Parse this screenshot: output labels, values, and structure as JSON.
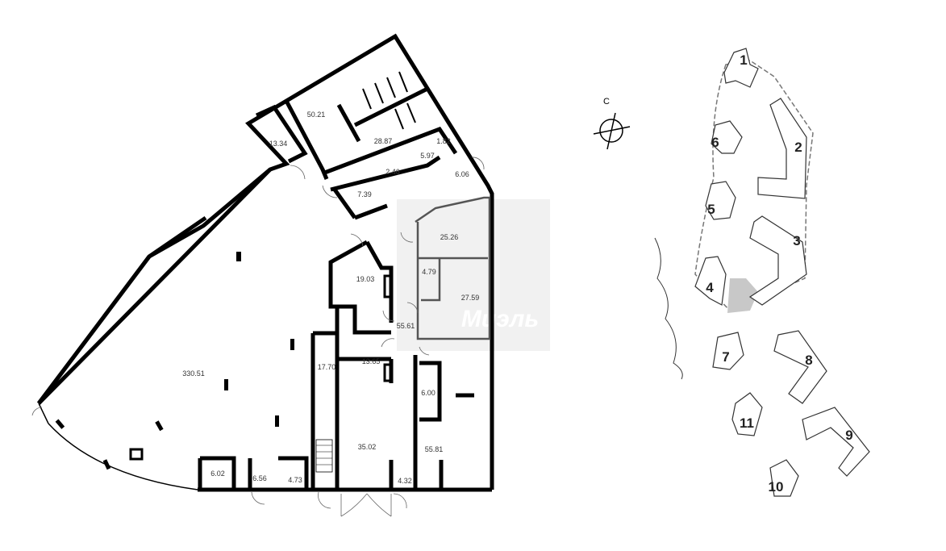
{
  "floor_plan": {
    "room_areas": [
      "50.21",
      "13.34",
      "28.87",
      "1.82",
      "5.97",
      "2.46",
      "6.06",
      "7.39",
      "25.26",
      "4.79",
      "27.59",
      "19.03",
      "55.61",
      "13.65",
      "17.70",
      "6.00",
      "35.02",
      "55.81",
      "4.32",
      "330.51",
      "6.02",
      "6.56",
      "4.73"
    ]
  },
  "compass": {
    "label": "С"
  },
  "watermark": {
    "text": "Миэль"
  },
  "site_plan": {
    "building_numbers": [
      "1",
      "2",
      "3",
      "4",
      "5",
      "6",
      "7",
      "8",
      "9",
      "10",
      "11"
    ]
  },
  "colors": {
    "wall": "#000000",
    "highlight": "#c8c8c8",
    "watermark": "#e6e6e6"
  }
}
